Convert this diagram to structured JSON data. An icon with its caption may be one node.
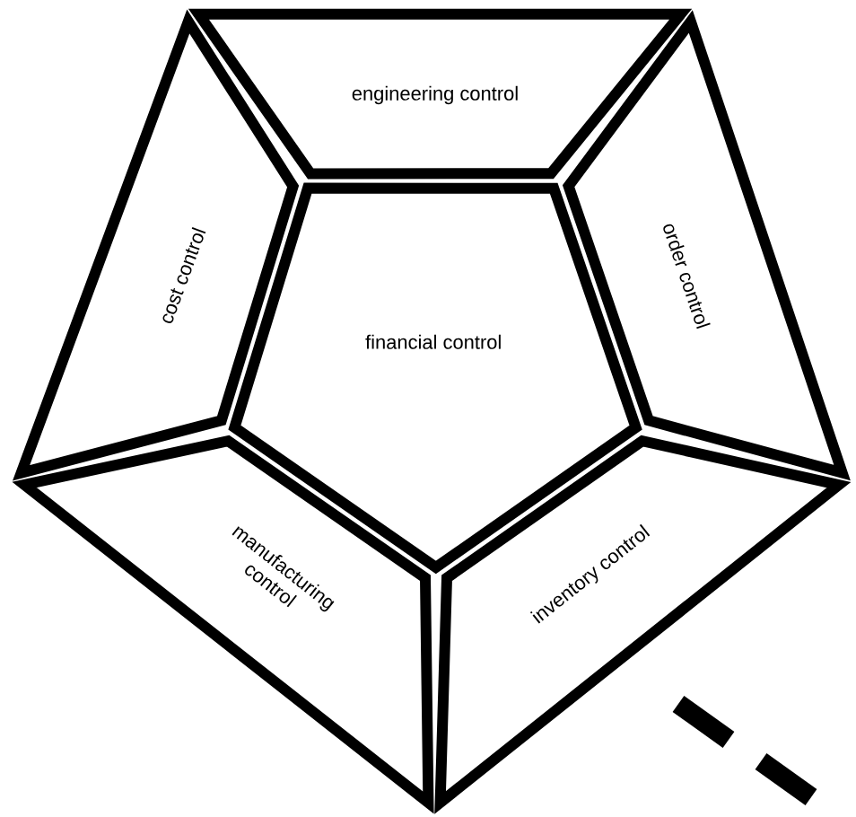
{
  "diagram": {
    "nodes": [
      {
        "text": [
          "engineering control"
        ]
      },
      {
        "text": [
          "cost control"
        ]
      },
      {
        "text": [
          "financial control"
        ]
      },
      {
        "text": [
          "order control"
        ]
      },
      {
        "text": [
          "manufacturing control"
        ]
      },
      {
        "text": [
          "inventory control"
        ]
      }
    ]
  }
}
